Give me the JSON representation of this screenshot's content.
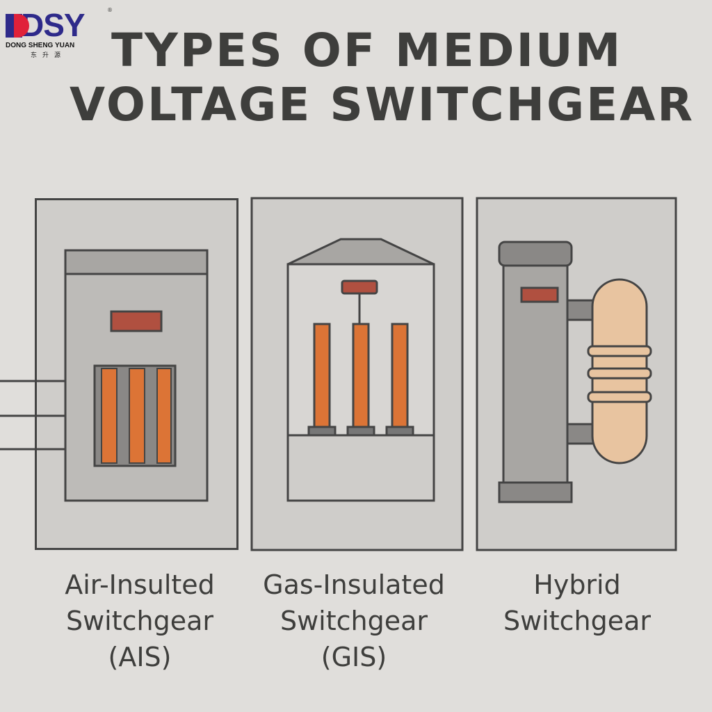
{
  "logo": {
    "mark": "DSY",
    "name": "DONG SHENG YUAN",
    "chinese": "东升源",
    "registered": "®"
  },
  "title": {
    "line1": "TYPES OF MEDIUM",
    "line2": "VOLTAGE SWITCHGEAR"
  },
  "types": [
    {
      "line1": "Air-Insulted",
      "line2": "Switchgear",
      "line3": "(AIS)"
    },
    {
      "line1": "Gas-Insulated",
      "line2": "Switchgear",
      "line3": "(GIS)"
    },
    {
      "line1": "Hybrid",
      "line2": "Switchgear"
    }
  ],
  "colors": {
    "orange": "#dc7436",
    "red": "#b05040",
    "outline": "#444444",
    "tank": "#e8c4a0"
  }
}
